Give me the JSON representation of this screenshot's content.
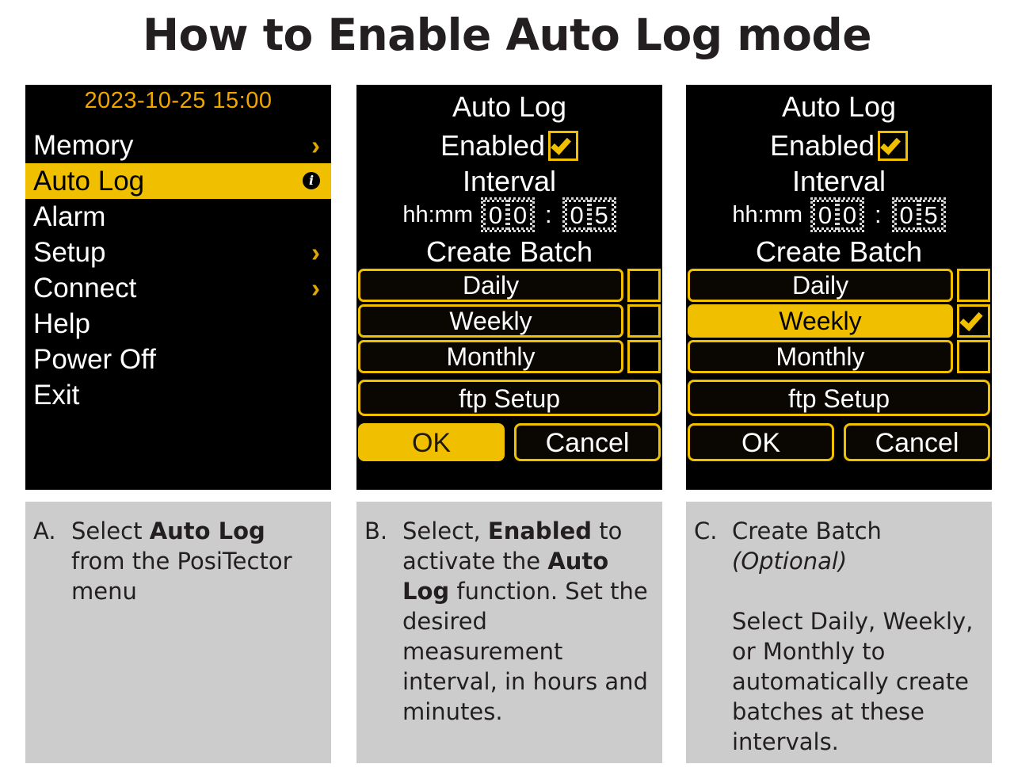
{
  "title": "How to Enable Auto Log mode",
  "panel_a": {
    "status_bar": "2023-10-25 15:00",
    "menu_items": [
      {
        "label": "Memory",
        "accessory": "chevron-right-icon",
        "selected": false
      },
      {
        "label": "Auto Log",
        "accessory": "info-icon",
        "selected": true
      },
      {
        "label": "Alarm",
        "accessory": "none",
        "selected": false
      },
      {
        "label": "Setup",
        "accessory": "chevron-right-icon",
        "selected": false
      },
      {
        "label": "Connect",
        "accessory": "chevron-right-icon",
        "selected": false
      },
      {
        "label": "Help",
        "accessory": "none",
        "selected": false
      },
      {
        "label": "Power Off",
        "accessory": "none",
        "selected": false
      },
      {
        "label": "Exit",
        "accessory": "none",
        "selected": false
      }
    ],
    "chevron_glyph": "›",
    "info_glyph": "i"
  },
  "panel_b": {
    "dialog_title": "Auto Log",
    "enabled_label": "Enabled",
    "enabled_checked": true,
    "interval_label": "Interval",
    "hhmm_label": "hh:mm",
    "hours": [
      "0",
      "0"
    ],
    "minutes": [
      "0",
      "5"
    ],
    "colon": ":",
    "create_batch_label": "Create Batch",
    "batch_options": [
      {
        "label": "Daily",
        "selected": false,
        "checked": false
      },
      {
        "label": "Weekly",
        "selected": false,
        "checked": false
      },
      {
        "label": "Monthly",
        "selected": false,
        "checked": false
      }
    ],
    "ftp_label": "ftp Setup",
    "ok_label": "OK",
    "cancel_label": "Cancel",
    "ok_highlighted": true
  },
  "panel_c": {
    "dialog_title": "Auto Log",
    "enabled_label": "Enabled",
    "enabled_checked": true,
    "interval_label": "Interval",
    "hhmm_label": "hh:mm",
    "hours": [
      "0",
      "0"
    ],
    "minutes": [
      "0",
      "5"
    ],
    "colon": ":",
    "create_batch_label": "Create Batch",
    "batch_options": [
      {
        "label": "Daily",
        "selected": false,
        "checked": false
      },
      {
        "label": "Weekly",
        "selected": true,
        "checked": true
      },
      {
        "label": "Monthly",
        "selected": false,
        "checked": false
      }
    ],
    "ftp_label": "ftp Setup",
    "ok_label": "OK",
    "cancel_label": "Cancel",
    "ok_highlighted": false
  },
  "captions": {
    "a": {
      "letter": "A.",
      "parts": [
        {
          "text": "Select ",
          "style": "normal"
        },
        {
          "text": "Auto Log",
          "style": "bold"
        },
        {
          "text": " from the PosiTector menu",
          "style": "normal"
        }
      ]
    },
    "b": {
      "letter": "B.",
      "parts": [
        {
          "text": "Select, ",
          "style": "normal"
        },
        {
          "text": "Enabled",
          "style": "bold"
        },
        {
          "text": " to activate the ",
          "style": "normal"
        },
        {
          "text": "Auto Log",
          "style": "bold"
        },
        {
          "text": " function. Set the desired measurement interval, in hours and minutes.",
          "style": "normal"
        }
      ]
    },
    "c": {
      "letter": "C.",
      "parts": [
        {
          "text": "Create Batch ",
          "style": "normal"
        },
        {
          "text": "(Optional)",
          "style": "italic"
        }
      ],
      "parts2": [
        {
          "text": "Select Daily, Weekly, or Monthly to automatically create batches at these intervals.",
          "style": "normal"
        }
      ]
    }
  },
  "colors": {
    "gold": "#f0c000",
    "status_amber": "#f0a500",
    "screen_bg": "#000000",
    "caption_bg": "#cccccc",
    "text_dark": "#231f20"
  }
}
